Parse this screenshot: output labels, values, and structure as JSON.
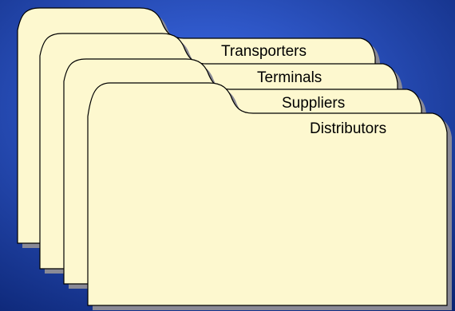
{
  "folders": [
    {
      "label": "Transporters"
    },
    {
      "label": "Terminals"
    },
    {
      "label": "Suppliers"
    },
    {
      "label": "Distributors"
    }
  ],
  "colors": {
    "folder_fill": "#fdf8cf",
    "folder_stroke": "#000000",
    "shadow": "#8a8a96",
    "background_center": "#3f6ff0",
    "background_edge": "#0b2472"
  }
}
